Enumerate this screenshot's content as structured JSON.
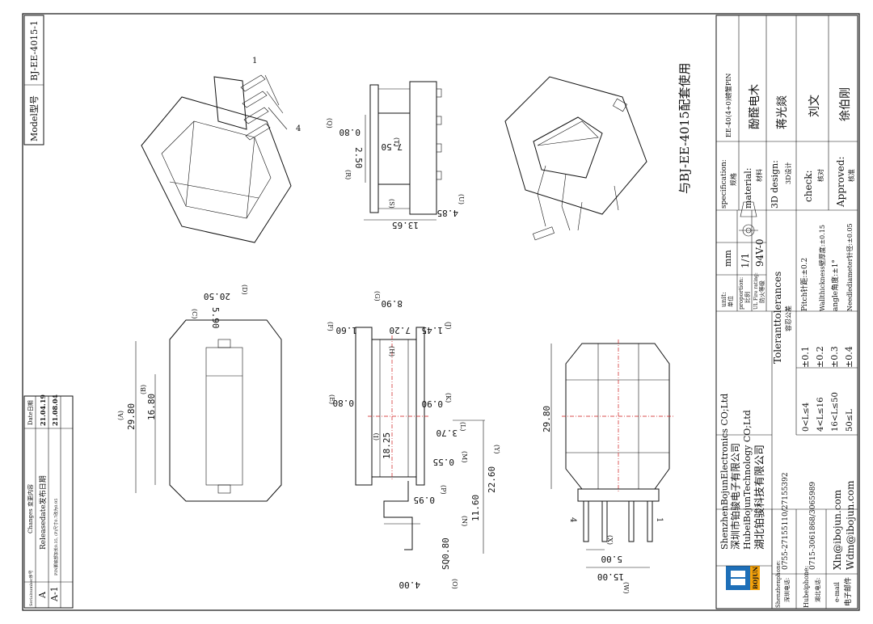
{
  "title_block": {
    "model_label": "Model型号",
    "model_value": "BJ-EE-4015-1",
    "matching_note": "与BJ-EE-4015配套使用",
    "specification_label": "specification:",
    "specification_cn": "规格",
    "specification_value": "EE-40(4+0)螃蟹PIN",
    "material_label": "material:",
    "material_cn": "材料",
    "material_value": "酚醛电木",
    "design_label": "3D design:",
    "design_cn": "3D设计",
    "design_value": "蒋光燚",
    "check_label": "check:",
    "check_cn": "核对",
    "check_value": "刘文",
    "approved_label": "Approved:",
    "approved_cn": "核准",
    "approved_value": "徐伯刚",
    "unit_label": "unit:",
    "unit_cn": "单位",
    "unit_value": "mm",
    "proportion_label": "proportion:",
    "proportion_cn": "比例",
    "proportion_value": "1/1",
    "fire_label": "UL Fire rating:",
    "fire_cn": "防火等级",
    "fire_value": "94V-0",
    "tolerance_title": "Toleranttolerances",
    "tolerance_cn": "容忍公差",
    "tolerances": [
      {
        "range": "0<L≤4",
        "value": "±0.1"
      },
      {
        "range": "4<L≤16",
        "value": "±0.2"
      },
      {
        "range": "16<L≤50",
        "value": "±0.3"
      },
      {
        "range": "50≤L",
        "value": "±0.4"
      }
    ],
    "notes": [
      "Pitch针距:±0.2",
      "Wallthickness壁厚度:±0.15",
      "angle角度:±1°",
      "Needlediameter针径:±0.05"
    ],
    "company_lines": [
      "ShenzhenBojunElectronics CO;Ltd",
      "深圳市铂骏电子有限公司",
      "HubeiBojunTechnology CO;Ltd",
      "湖北铂骏科技有限公司"
    ],
    "logo_text": "BOJUN",
    "contacts": [
      {
        "label": "Shenzhenphone:",
        "label_cn": "深圳电话:",
        "value": "0755-27155110/27155392"
      },
      {
        "label": "Hubeiphone:",
        "label_cn": "湖北电话:",
        "value": "0715-3061868/3065989"
      },
      {
        "label": "e-mail",
        "label_cn": "电子邮件",
        "value": "Xln@ibojun.com",
        "value2": "Wdm@ibojun.com"
      }
    ]
  },
  "changes": {
    "headers": [
      "Serialnumber序号",
      "Changes 变更内容",
      "Date日期"
    ],
    "rows": [
      {
        "serial": "A",
        "change": "Releasedate发布日期",
        "date": "21.04.19"
      },
      {
        "serial": "A-1",
        "change": "PIN脚底部加长0.35, (P)尺寸0.7改为0.95",
        "date": "21.08.04"
      }
    ]
  },
  "pin_labels": {
    "pin1": "1",
    "pin4": "4"
  },
  "dimensions": {
    "top_view": [
      {
        "label": "(A)",
        "value": "29.80"
      },
      {
        "label": "(B)",
        "value": "16.80"
      },
      {
        "label": "(C)",
        "value": "5.90"
      },
      {
        "label": "(D)",
        "value": "20.50"
      }
    ],
    "side_view": [
      {
        "label": "(E)",
        "value": "0.80"
      },
      {
        "label": "(F)",
        "value": "1.60"
      },
      {
        "label": "(G)",
        "value": "8.90"
      },
      {
        "label": "(H)",
        "value": "7.20"
      },
      {
        "label": "(J)",
        "value": "1.45"
      },
      {
        "label": "(I)",
        "value": "18.25"
      },
      {
        "label": "(K)",
        "value": "0.90"
      },
      {
        "label": "(L)",
        "value": "3.70"
      },
      {
        "label": "(M)",
        "value": "0.55"
      },
      {
        "label": "(Y)",
        "value": "22.60"
      },
      {
        "label": "(P)",
        "value": "0.95"
      },
      {
        "label": "(N)",
        "value": "11.60"
      },
      {
        "label": "(O)",
        "value": "SQ0.80"
      },
      {
        "label": "",
        "value": "4.00"
      }
    ],
    "end_view": [
      {
        "label": "(Q)",
        "value": "0.80"
      },
      {
        "label": "(R)",
        "value": "2.50"
      },
      {
        "label": "(T)",
        "value": "7.50"
      },
      {
        "label": "(S)",
        "value": "13.65"
      },
      {
        "label": "(U)",
        "value": "4.85"
      }
    ],
    "front_view": [
      {
        "label": "",
        "value": "29.80"
      },
      {
        "label": "(X)",
        "value": "5.00"
      },
      {
        "label": "(W)",
        "value": "15.00"
      }
    ]
  }
}
